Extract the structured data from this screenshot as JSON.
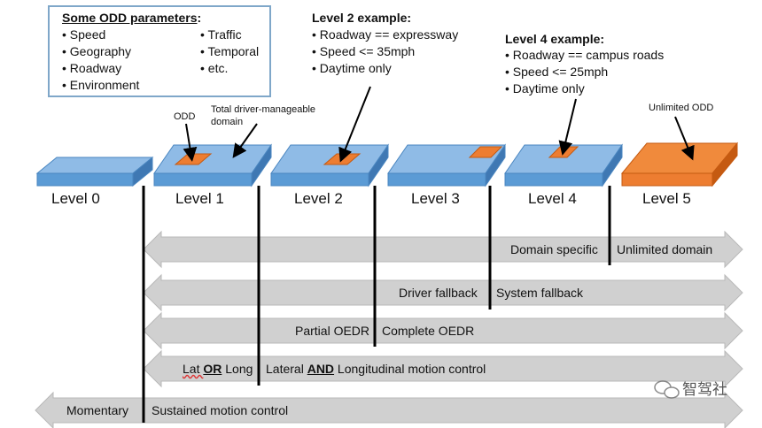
{
  "odd_box": {
    "title": "Some ODD parameters",
    "title_suffix": ":",
    "left_items": [
      "• Speed",
      "• Geography",
      "• Roadway",
      "• Environment"
    ],
    "right_items": [
      "• Traffic",
      "• Temporal",
      "• etc."
    ]
  },
  "level2_example": {
    "title": "Level 2 example:",
    "items": [
      "• Roadway == expressway",
      "• Speed <= 35mph",
      "• Daytime only"
    ]
  },
  "level4_example": {
    "title": "Level 4 example:",
    "items": [
      "• Roadway == campus roads",
      "• Speed <= 25mph",
      "• Daytime only"
    ]
  },
  "callouts": {
    "odd": "ODD",
    "total_domain_line1": "Total driver-manageable",
    "total_domain_line2": "domain",
    "unlimited_odd": "Unlimited ODD"
  },
  "levels": [
    "Level 0",
    "Level 1",
    "Level 2",
    "Level 3",
    "Level 4",
    "Level 5"
  ],
  "arrows": {
    "row1_left": "Domain specific",
    "row1_right": "Unlimited domain",
    "row2_left": "Driver fallback",
    "row2_right": "System fallback",
    "row3_left": "Partial OEDR",
    "row3_right": "Complete OEDR",
    "row4_left_a": "Lat ",
    "row4_left_b": "OR",
    "row4_left_c": " Long",
    "row4_right_a": "Lateral ",
    "row4_right_b": "AND",
    "row4_right_c": " Longitudinal motion control",
    "row5_left": "Momentary",
    "row5_right": "Sustained motion control"
  },
  "watermark": "智驾社",
  "colors": {
    "slab_blue": "#5b9bd5",
    "slab_orange": "#ed7d31",
    "arrow_gray": "#d0d0d0"
  }
}
